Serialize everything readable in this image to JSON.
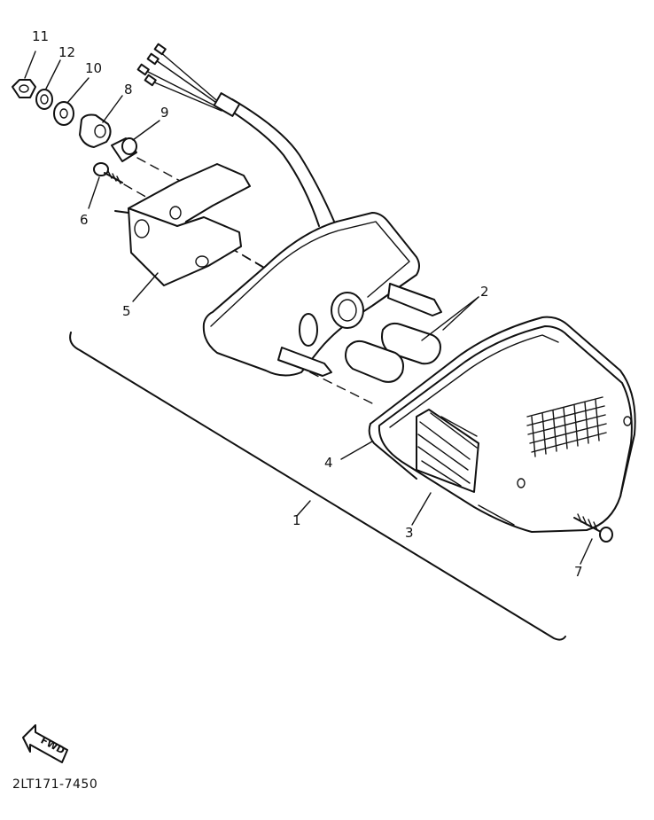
{
  "diagram_code": "2LT171-7450",
  "fwd_label": "FWD",
  "parts": [
    {
      "id": "p1",
      "label": "1"
    },
    {
      "id": "p2",
      "label": "2"
    },
    {
      "id": "p3",
      "label": "3"
    },
    {
      "id": "p4",
      "label": "4"
    },
    {
      "id": "p5",
      "label": "5"
    },
    {
      "id": "p6",
      "label": "6"
    },
    {
      "id": "p7",
      "label": "7"
    },
    {
      "id": "p8",
      "label": "8"
    },
    {
      "id": "p9",
      "label": "9"
    },
    {
      "id": "p10",
      "label": "10"
    },
    {
      "id": "p11",
      "label": "11"
    },
    {
      "id": "p12",
      "label": "12"
    }
  ]
}
